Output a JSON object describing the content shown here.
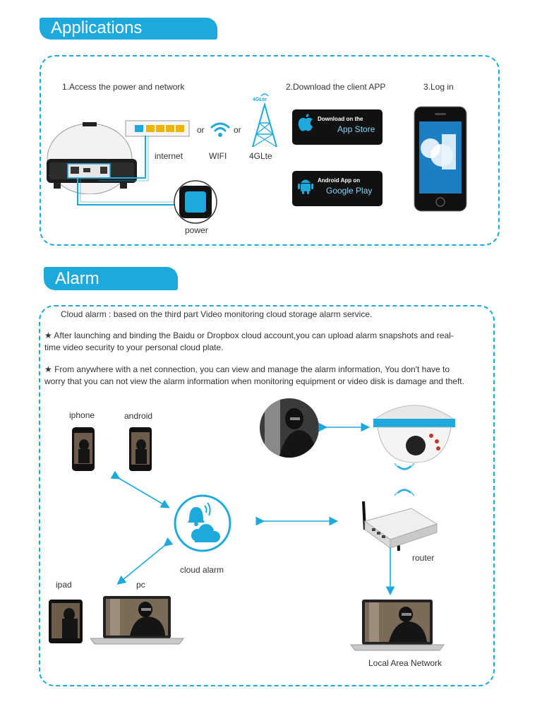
{
  "applications": {
    "title": "Applications",
    "step1": "1.Access the power and network",
    "step2": "2.Download the client APP",
    "step3": "3.Log in",
    "or1": "or",
    "or2": "or",
    "internet": "internet",
    "wifi": "WIFI",
    "lte": "4GLte",
    "lte_badge": "4GLte",
    "power": "power",
    "appstore_small": "Download on the",
    "appstore_big": "App Store",
    "googleplay_small": "Android App on",
    "googleplay_big": "Google Play"
  },
  "alarm": {
    "title": "Alarm Principle",
    "intro": "Cloud alarm : based on the third part Video monitoring cloud storage alarm service.",
    "bullet1": "★ After launching and binding the Baidu or Dropbox cloud account,you can upload alarm snapshots and real-time video security to your personal cloud plate.",
    "bullet2": "★ From anywhere with a net  connection, you can view and manage the alarm information, You don't have to worry that you can not view the alarm information when monitoring equipment or video disk is damage and theft.",
    "iphone": "iphone",
    "android": "android",
    "cloud_alarm": "cloud alarm",
    "router": "router",
    "ipad": "ipad",
    "pc": "pc",
    "lan": "Local Area Network"
  },
  "colors": {
    "accent": "#1ea9dc",
    "dark": "#111111"
  }
}
